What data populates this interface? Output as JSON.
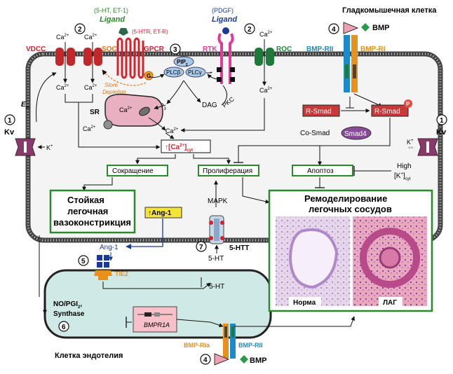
{
  "cells": {
    "smooth_muscle_title": "Гладкомышечная клетка",
    "endothelial_title": "Клетка эндотелия"
  },
  "channels": {
    "vdcc": "VDCC",
    "soc": "SOC",
    "roc": "ROC",
    "gpcr": "GPCR",
    "rtk": "RTK",
    "kv_left": "Kv",
    "kv_right": "Kv"
  },
  "ligands": {
    "gpcr_top": "(5-HT, ET-1)",
    "gpcr_ligand": "Ligand",
    "gpcr_receptors": "(5-HTR, ET-R)",
    "rtk_top": "(PDGF)",
    "rtk_ligand": "Ligand",
    "g_protein": "G"
  },
  "numbers": {
    "n1": "1",
    "n2a": "2",
    "n2b": "2",
    "n3": "3",
    "n4top": "4",
    "n4bottom": "4",
    "n5": "5",
    "n6": "6",
    "n7": "7",
    "n1right": "1"
  },
  "labels": {
    "ca": "Ca",
    "sup2": "2+",
    "store_depletion_1": "Store",
    "store_depletion_2": "Depletion",
    "pip": "PIP",
    "pip_sub": "2",
    "plcb": "PLCβ",
    "plcg": "PLCγ",
    "ip": "IP",
    "ip_sub": "3",
    "dag": "DAG",
    "pkc": "PKC",
    "sr": "SR",
    "em": "E",
    "em_sub": "m",
    "k": "K",
    "k_sup": "+",
    "ca_cyt": "↑[Ca",
    "ca_cyt_sup": "2+",
    "ca_cyt_close": "]",
    "ca_cyt_sub": "cyt",
    "bmp_rii": "BMP-RII",
    "bmp_ri": "BMP-RI",
    "bmp": "BMP",
    "r_smad_left": "R-Smad",
    "r_smad_right": "R-Smad",
    "p": "P",
    "co_smad": "Co-Smad",
    "smad4": "Smad4",
    "high": "High",
    "k_cyt": "[K",
    "k_cyt_sup": "+",
    "k_cyt_close": "]",
    "k_cyt_sub": "cyt",
    "contraction": "Сокращение",
    "proliferation": "Пролиферация",
    "apoptosis": "Апоптоз",
    "pv_1": "Стойкая",
    "pv_2": "легочная",
    "pv_3": "вазоконстрикция",
    "remodel_1": "Ремоделирование",
    "remodel_2": "легочных сосудов",
    "ang1_up": "↑Ang-1",
    "ang1": "Ang-1",
    "mapk": "MAPK",
    "htt": "5-HTT",
    "ht_a": "5-HT",
    "ht_b": "5-HT",
    "tie2": "TIE2",
    "no_pgi_1": "NO/PGI",
    "no_pgi_sub": "2",
    "no_pgi_2": "Synthase",
    "bmpr1a": "BMPR1A",
    "bmp_ria": "BMP-RIa",
    "bmp_rii_bottom": "BMP-RII",
    "bmp_bottom": "BMP",
    "norma": "Норма",
    "lag": "ЛАГ"
  }
}
